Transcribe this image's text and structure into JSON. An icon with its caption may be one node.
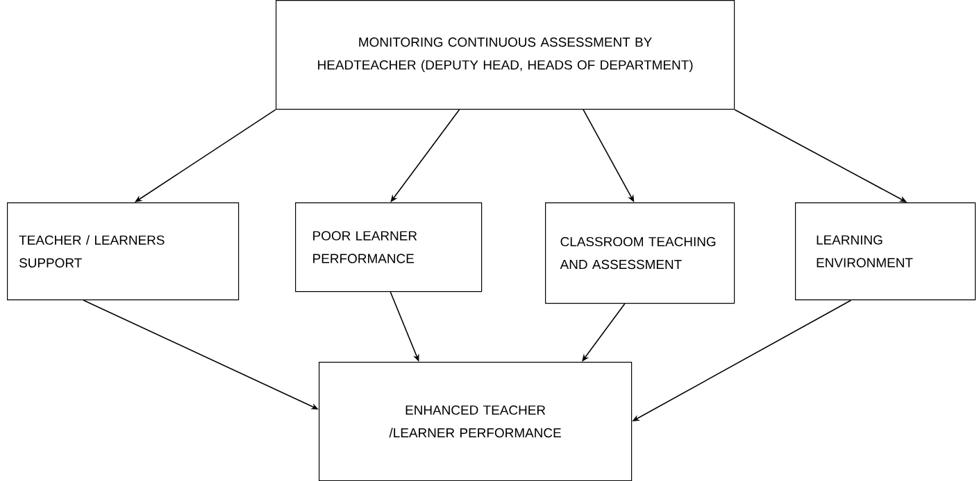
{
  "diagram": {
    "nodes": [
      {
        "text": [
          "MONITORING CONTINUOUS ASSESSMENT BY HEADTEACHER (DEPUTY HEAD, HEADS OF DEPARTMENT)"
        ]
      },
      {
        "text": [
          "TEACHER / LEARNERS SUPPORT"
        ]
      },
      {
        "text": [
          "POOR LEARNER PERFORMANCE"
        ]
      },
      {
        "text": [
          "CLASSROOM TEACHING AND ASSESSMENT"
        ]
      },
      {
        "text": [
          "LEARNING ENVIRONMENT"
        ]
      },
      {
        "text": [
          "ENHANCED TEACHER /LEARNER PERFORMANCE"
        ]
      }
    ],
    "edges": [
      {
        "from": 0,
        "to": 1,
        "arrow": "to"
      },
      {
        "from": 0,
        "to": 2,
        "arrow": "to"
      },
      {
        "from": 0,
        "to": 3,
        "arrow": "to"
      },
      {
        "from": 0,
        "to": 4,
        "arrow": "to"
      },
      {
        "from": 1,
        "to": 5,
        "arrow": "to"
      },
      {
        "from": 2,
        "to": 5,
        "arrow": "to"
      },
      {
        "from": 3,
        "to": 5,
        "arrow": "to"
      },
      {
        "from": 4,
        "to": 5,
        "arrow": "to"
      }
    ]
  }
}
